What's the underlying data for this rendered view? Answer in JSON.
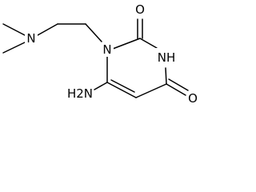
{
  "molecule": {
    "atoms": {
      "n_dimethyl": "N",
      "n1_ring": "N",
      "o_c2": "O",
      "nh_ring": "NH",
      "o_c4": "O",
      "nh2": "H2N"
    },
    "bond_color": "#000000",
    "label_color": "#000000"
  }
}
